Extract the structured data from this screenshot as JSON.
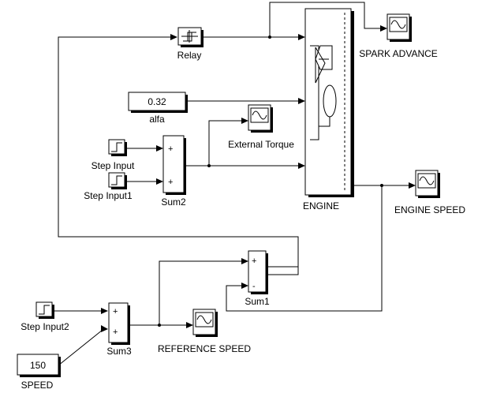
{
  "blocks": {
    "relay": {
      "label": "Relay"
    },
    "alfa": {
      "label": "alfa",
      "value": "0.32"
    },
    "step_input": {
      "label": "Step Input"
    },
    "step_input1": {
      "label": "Step Input1"
    },
    "step_input2": {
      "label": "Step Input2"
    },
    "sum2": {
      "label": "Sum2",
      "signs": [
        "+",
        "+"
      ]
    },
    "sum1": {
      "label": "Sum1",
      "signs": [
        "+",
        "-"
      ]
    },
    "sum3": {
      "label": "Sum3",
      "signs": [
        "+",
        "+"
      ]
    },
    "external_torque": {
      "label": "External Torque"
    },
    "engine": {
      "label": "ENGINE"
    },
    "spark_advance": {
      "label": "SPARK ADVANCE"
    },
    "engine_speed": {
      "label": "ENGINE  SPEED"
    },
    "reference_speed": {
      "label": "REFERENCE  SPEED"
    },
    "speed": {
      "label": "SPEED",
      "value": "150"
    }
  },
  "icons": {
    "scope": "scope-icon",
    "step": "step-icon",
    "relay": "relay-icon",
    "engine": "engine-icon"
  }
}
